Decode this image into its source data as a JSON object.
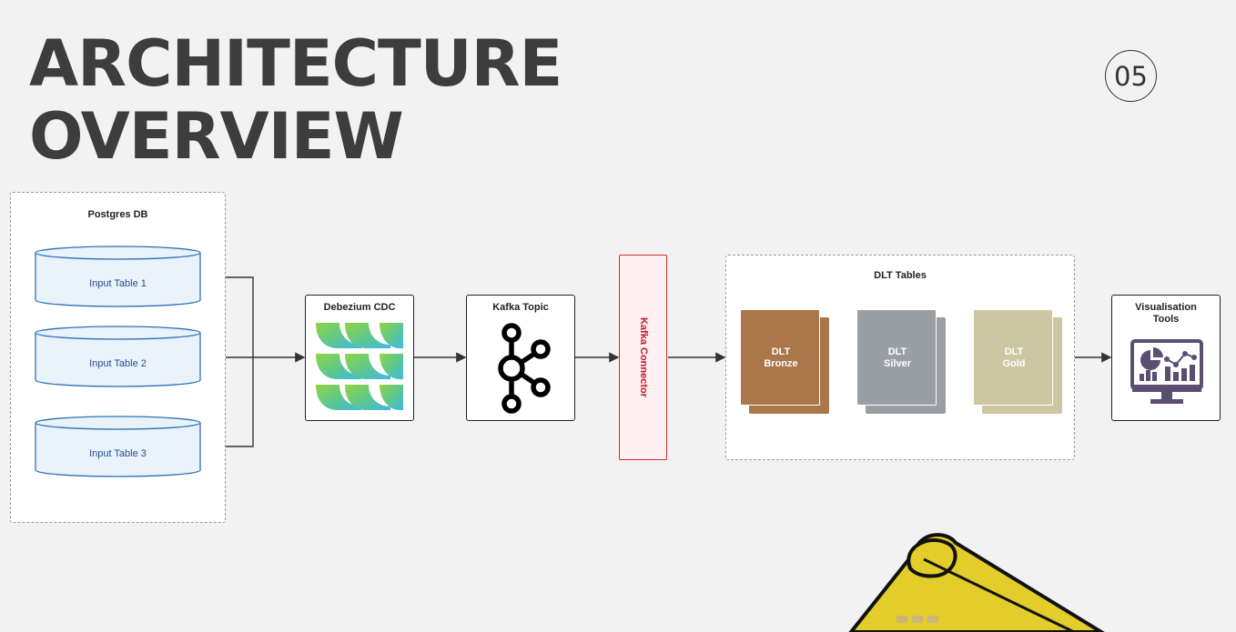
{
  "title": {
    "line1": "ARCHITECTURE",
    "line2": "OVERVIEW"
  },
  "page_number": "05",
  "postgres": {
    "label": "Postgres DB",
    "tables": [
      "Input Table 1",
      "Input Table 2",
      "Input Table 3"
    ]
  },
  "debezium": {
    "label": "Debezium CDC"
  },
  "kafka_topic": {
    "label": "Kafka Topic"
  },
  "kafka_connector": {
    "label": "Kafka Connector"
  },
  "dlt": {
    "label": "DLT Tables",
    "bronze": {
      "line1": "DLT",
      "line2": "Bronze"
    },
    "silver": {
      "line1": "DLT",
      "line2": "Silver"
    },
    "gold": {
      "line1": "DLT",
      "line2": "Gold"
    }
  },
  "visualisation": {
    "line1": "Visualisation",
    "line2": "Tools"
  },
  "colors": {
    "bronze": "#a9774a",
    "silver": "#9a9fa6",
    "gold": "#cdc6a3",
    "connector": "#d8282e",
    "db_stroke": "#2f6fb5",
    "db_fill": "#eaf3fc"
  }
}
